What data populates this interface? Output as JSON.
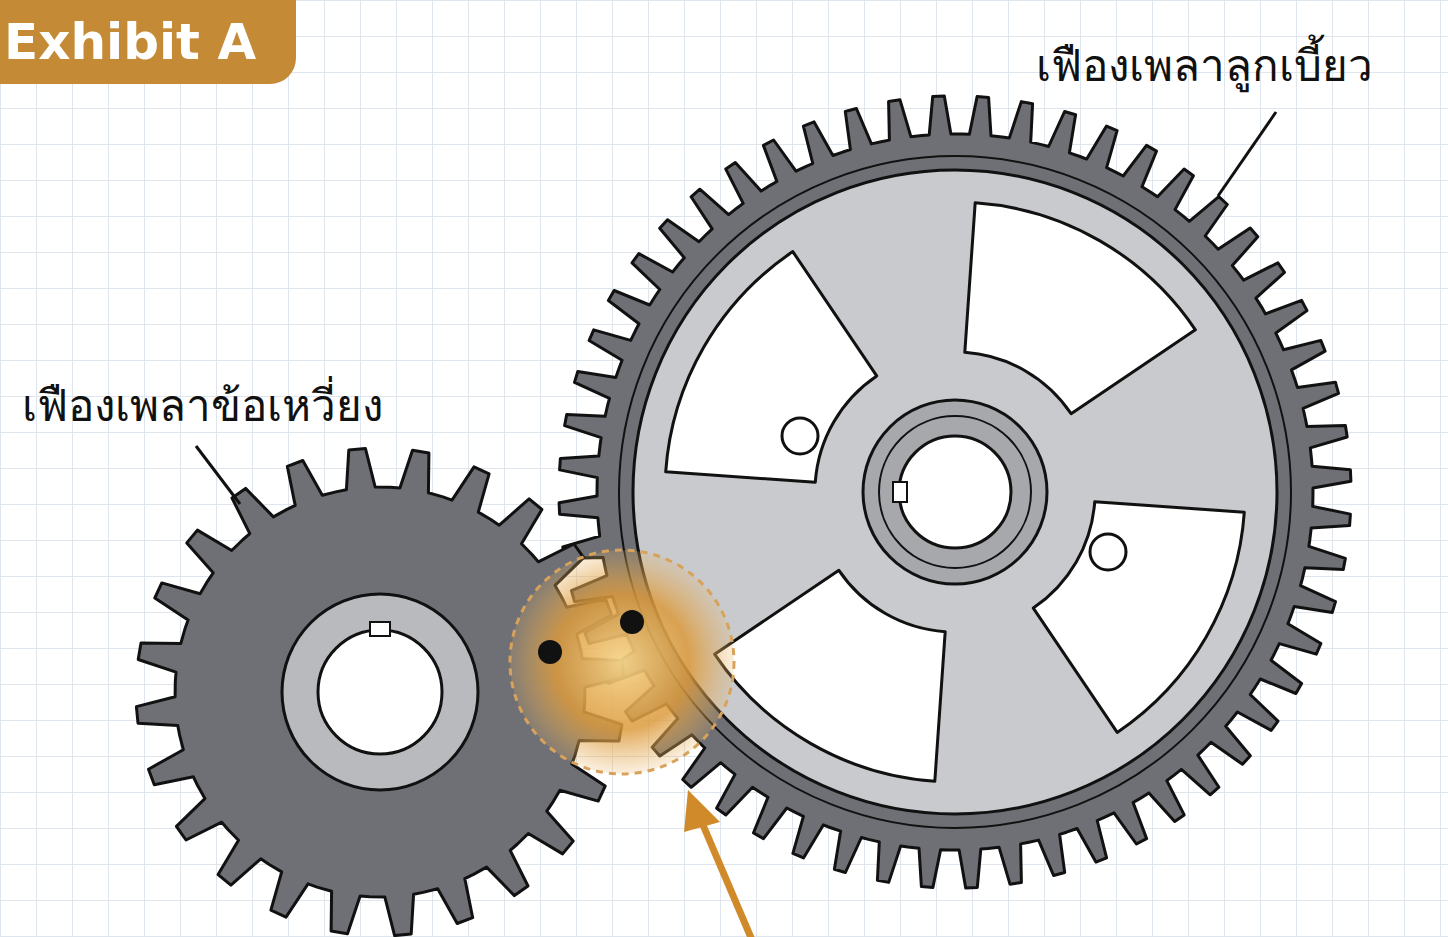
{
  "diagram": {
    "title": "Exhibit A",
    "labels": [
      "เฟืองเพลาลูกเบี้ยว",
      "เฟืองเพลาข้อเหวี่ยง"
    ]
  }
}
